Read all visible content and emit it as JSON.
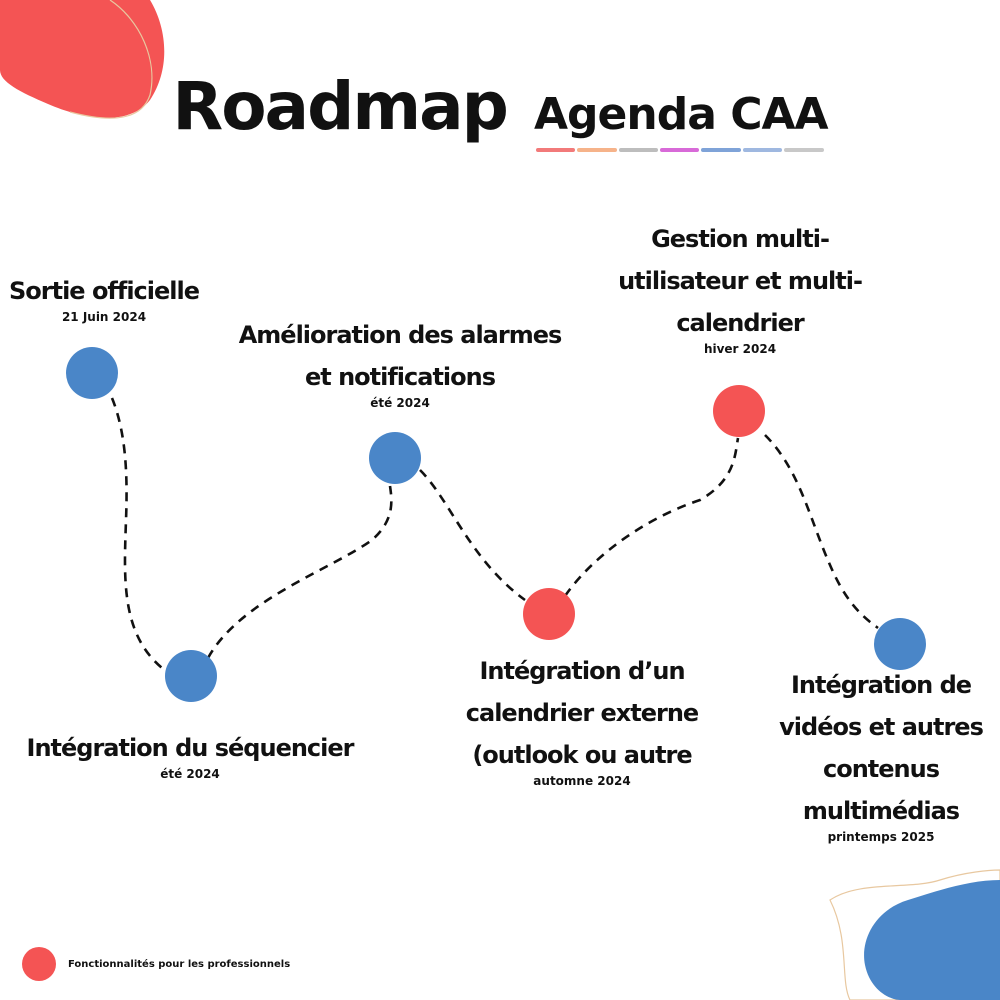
{
  "colors": {
    "blue": "#4a86c8",
    "red": "#f45454",
    "blob_red": "#f45454",
    "blob_blue": "#4a86c8"
  },
  "title": {
    "main": "Roadmap",
    "sub": "Agenda CAA",
    "underline_colors": [
      "#f27a7a",
      "#f6b38a",
      "#bdbdbd",
      "#d86ad8",
      "#7fa3d8",
      "#9fb8e0",
      "#c8c8c8"
    ]
  },
  "milestones": [
    {
      "id": "sortie",
      "lines": [
        "Sortie officielle"
      ],
      "date": "21 Juin 2024",
      "color": "blue"
    },
    {
      "id": "sequencier",
      "lines": [
        "Intégration du séquencier"
      ],
      "date": "été 2024",
      "color": "blue"
    },
    {
      "id": "alarmes",
      "lines": [
        "Amélioration des alarmes",
        "et notifications"
      ],
      "date": "été 2024",
      "color": "blue"
    },
    {
      "id": "calendrier-externe",
      "lines": [
        "Intégration d’un",
        "calendrier externe",
        "(outlook ou autre"
      ],
      "date": "automne 2024",
      "color": "red"
    },
    {
      "id": "multi",
      "lines": [
        "Gestion multi-",
        "utilisateur et multi-",
        "calendrier"
      ],
      "date": "hiver 2024",
      "color": "red"
    },
    {
      "id": "videos",
      "lines": [
        "Intégration de",
        "vidéos et autres",
        "contenus",
        "multimédias"
      ],
      "date": "printemps 2025",
      "color": "blue"
    }
  ],
  "legend": {
    "color": "red",
    "text": "Fonctionnalités pour les professionnels"
  }
}
